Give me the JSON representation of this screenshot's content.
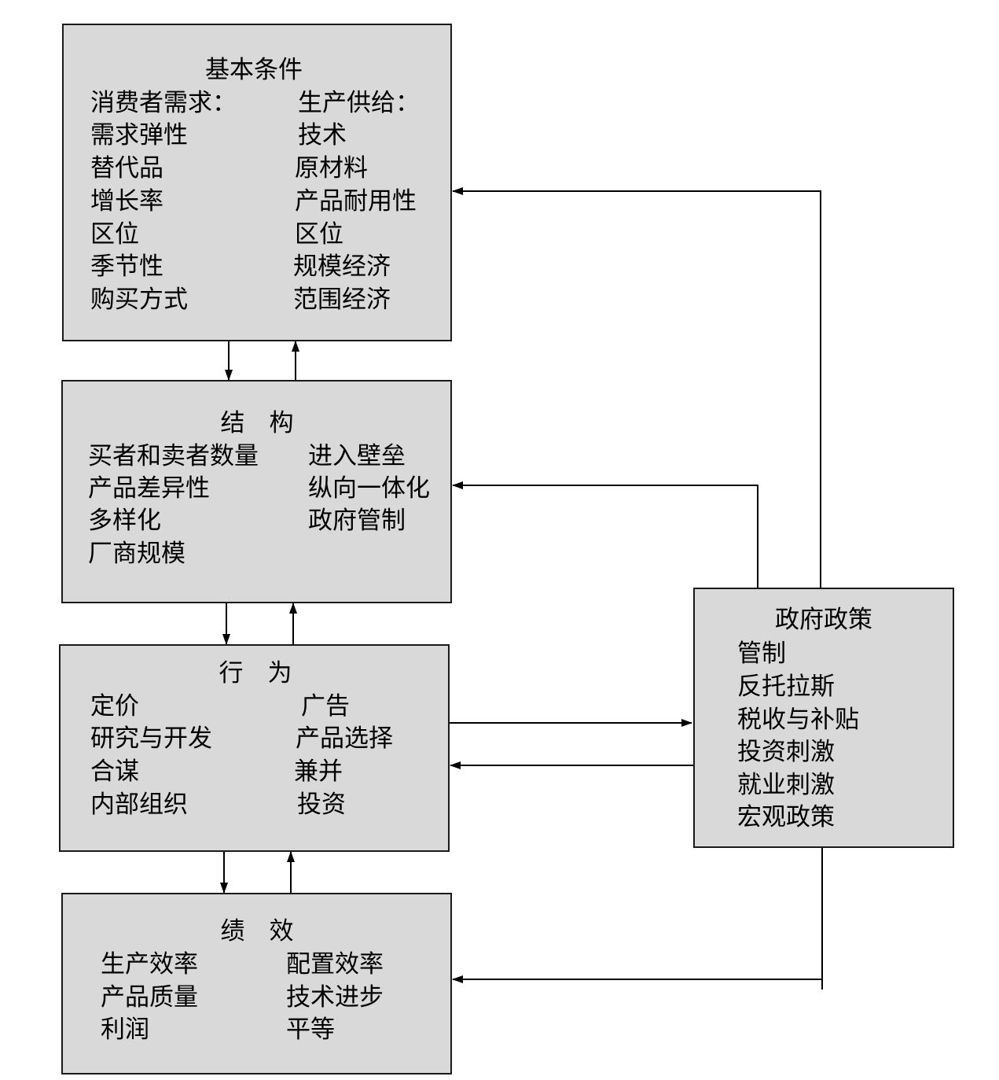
{
  "basic": {
    "title": "基本条件",
    "left_header": "消费者需求：",
    "right_header": "生产供给：",
    "left": [
      "需求弹性",
      "替代品",
      "增长率",
      "区位",
      "季节性",
      "购买方式"
    ],
    "right": [
      "技术",
      "原材料",
      "产品耐用性",
      "区位",
      "规模经济",
      "范围经济"
    ]
  },
  "structure": {
    "title": "结　构",
    "left": [
      "买者和卖者数量",
      "产品差异性",
      "多样化",
      "厂商规模"
    ],
    "right": [
      "进入壁垒",
      "纵向一体化",
      "政府管制"
    ]
  },
  "conduct": {
    "title": "行　为",
    "left": [
      "定价",
      "研究与开发",
      "合谋",
      "内部组织"
    ],
    "right": [
      "广告",
      "产品选择",
      "兼并",
      "投资"
    ]
  },
  "performance": {
    "title": "绩　效",
    "left": [
      "生产效率",
      "产品质量",
      "利润"
    ],
    "right": [
      "配置效率",
      "技术进步",
      "平等"
    ]
  },
  "policy": {
    "title": "政府政策",
    "items": [
      "管制",
      "反托拉斯",
      "税收与补贴",
      "投资刺激",
      "就业刺激",
      "宏观政策"
    ]
  }
}
